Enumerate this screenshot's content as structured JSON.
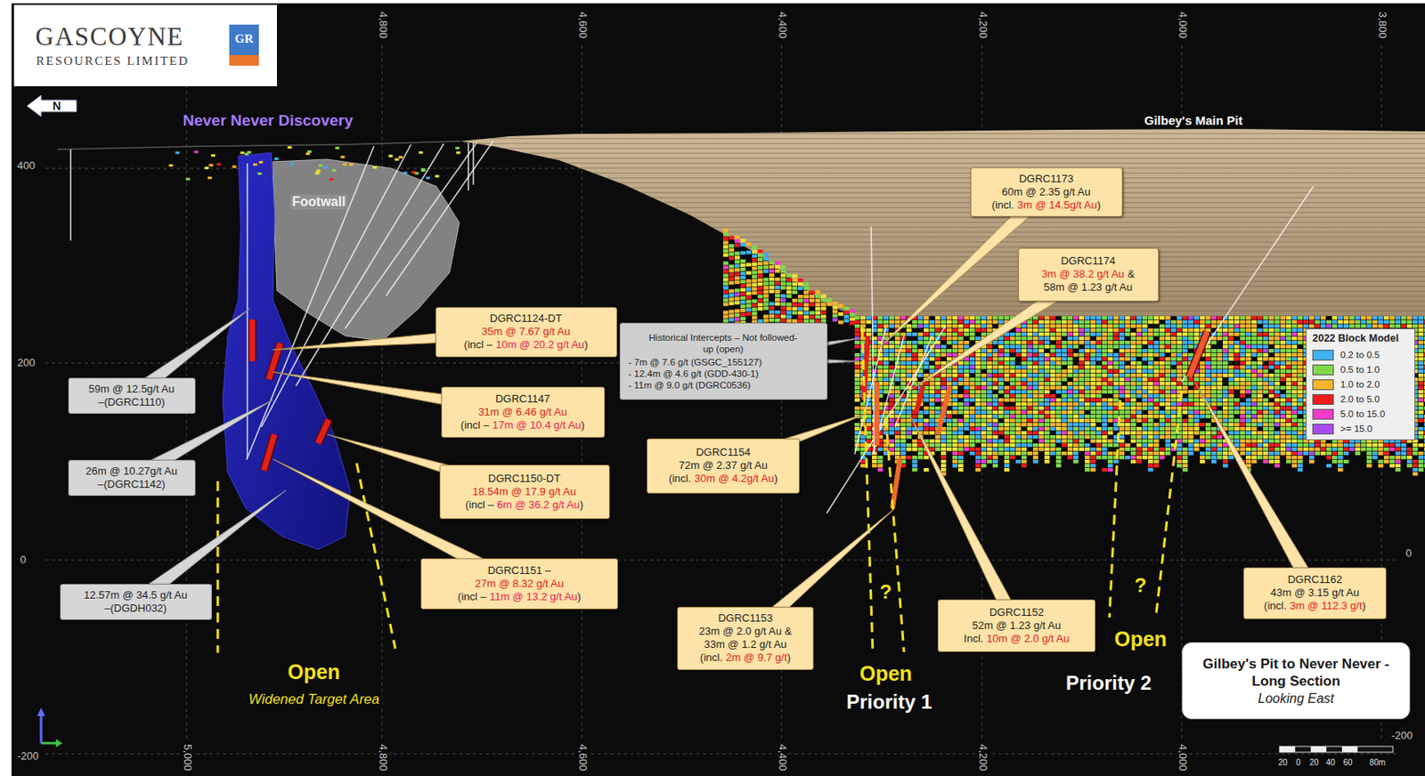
{
  "diagram": {
    "nodes": [
      {
        "text": [
          "GASCOYNE",
          "RESOURCES LIMITED"
        ]
      },
      {
        "text": [
          "GR"
        ],
        "in": 0
      },
      {
        "text": [
          "N"
        ]
      },
      {
        "text": [
          "DGRC1173",
          "60m @ 2.35 g/t Au",
          "(incl.",
          "3m @ 14.5g/t Au",
          ")"
        ]
      },
      {
        "text": [
          "DGRC1174",
          "3m @ 38.2 g/t Au",
          "&",
          "58m @ 1.23 g/t Au"
        ]
      },
      {
        "text": [
          "DGRC1124-DT",
          "35m @ 7.67 g/t Au",
          "(incl –",
          "10m @ 20.2 g/t Au",
          ")"
        ]
      },
      {
        "text": [
          "Historical Intercepts – Not followed-up (open)",
          "- 7m @ 7.6 g/t (GSGC_155127)",
          "- 12.4m @ 4.6 g/t (GDD-430-1)",
          "- 11m @ 9.0 g/t (DGRC0536)"
        ]
      },
      {
        "text": [
          "59m @ 12.5g/t Au",
          "–(DGRC1110)"
        ]
      },
      {
        "text": [
          "DGRC1147",
          "31m @ 6.46 g/t Au",
          "(incl –",
          "17m @ 10.4 g/t Au",
          ")"
        ]
      },
      {
        "text": [
          "DGRC1154",
          "72m @ 2.37 g/t Au",
          "(incl.",
          "30m @ 4.2g/t Au",
          ")"
        ]
      },
      {
        "text": [
          "26m @ 10.27g/t Au",
          "–(DGRC1142)"
        ]
      },
      {
        "text": [
          "DGRC1150-DT",
          "18.54m @ 17.9 g/t Au",
          "(incl –",
          "6m @ 36.2 g/t Au",
          ")"
        ]
      },
      {
        "text": [
          "DGRC1151 –",
          "27m @ 8.32 g/t Au",
          "(incl –",
          "11m @ 13.2 g/t Au",
          ")"
        ]
      },
      {
        "text": [
          "DGRC1162",
          "43m @ 3.15 g/t Au",
          "(incl.",
          "3m @ 112.3 g/t",
          ")"
        ]
      },
      {
        "text": [
          "12.57m @ 34.5 g/t Au",
          "–(DGDH032)"
        ]
      },
      {
        "text": [
          "DGRC1153",
          "23m @ 2.0 g/t Au &",
          "33m @ 1.2 g/t Au",
          "(incl.",
          "2m @ 9.7 g/t",
          ")"
        ]
      },
      {
        "text": [
          "DGRC1152",
          "52m @ 1.23 g/t Au",
          "Incl.",
          "10m @ 2.0 g/t Au"
        ]
      },
      {
        "text": [
          "Gilbey's Pit to Never Never - Long Section",
          "Looking East"
        ]
      }
    ],
    "labels": [
      "4,800",
      "4,600",
      "4,400",
      "4,200",
      "4,000",
      "3,800",
      "Never Never Discovery",
      "Gilbey's Main Pit",
      "400",
      "Footwall",
      "200",
      "2022 Block Model",
      "0",
      "0",
      "?",
      "?",
      "Open",
      "Open",
      "Widened Target Area",
      "Open",
      "Priority 2",
      "Priority 1",
      "-200",
      "-200",
      "5,000",
      "4,800",
      "4,600",
      "4,400",
      "4,200",
      "4,000",
      "20",
      "0",
      "20",
      "40",
      "60",
      "80m"
    ],
    "legend": [
      {
        "text": "0.2 to 0.5",
        "color": "#3fb0f0"
      },
      {
        "text": "0.5 to 1.0",
        "color": "#7fd94a"
      },
      {
        "text": "1.0 to 2.0",
        "color": "#f7b52c"
      },
      {
        "text": "2.0 to 5.0",
        "color": "#ee1c1c"
      },
      {
        "text": "5.0 to 15.0",
        "color": "#f03cc8"
      },
      {
        "text": ">= 15.0",
        "color": "#a94cf0"
      }
    ]
  }
}
